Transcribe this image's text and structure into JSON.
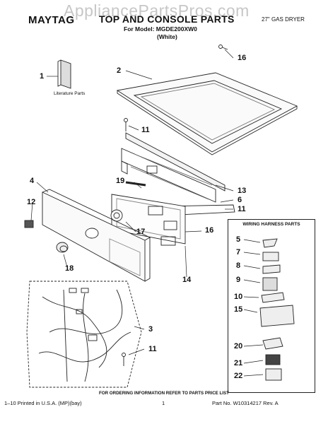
{
  "header": {
    "brand": "MAYTAG",
    "title": "TOP AND CONSOLE PARTS",
    "model_line": "For Model: MGDE200XW0",
    "color_line": "(White)",
    "product": "27\" GAS DRYER",
    "watermark": "AppliancePartsPros.com"
  },
  "callouts": {
    "c1": "1",
    "c2": "2",
    "c3": "3",
    "c4": "4",
    "c5": "5",
    "c6": "6",
    "c7": "7",
    "c8": "8",
    "c9": "9",
    "c10": "10",
    "c11a": "11",
    "c11b": "11",
    "c11c": "11",
    "c12": "12",
    "c13": "13",
    "c14": "14",
    "c15": "15",
    "c16a": "16",
    "c16b": "16",
    "c17": "17",
    "c18": "18",
    "c19": "19",
    "c20": "20",
    "c21": "21",
    "c22": "22"
  },
  "literature_label": "Literature Parts",
  "wiring_box": {
    "title": "WIRING HARNESS PARTS"
  },
  "footer": {
    "note": "FOR ORDERING INFORMATION REFER TO PARTS PRICE LIST",
    "left": "1–10 Printed in U.S.A. (MP)(bay)",
    "page": "1",
    "right": "Part No. W10314217 Rev. A"
  }
}
